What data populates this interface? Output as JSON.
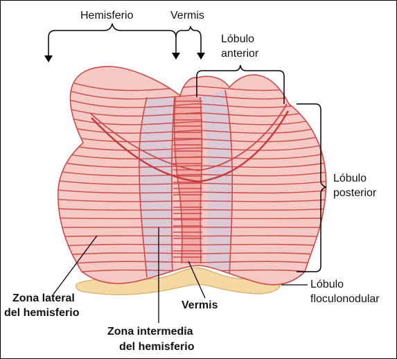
{
  "labels": {
    "hemisferio": "Hemisferio",
    "vermis_top": "Vermis",
    "lobulo_anterior_1": "Lóbulo",
    "lobulo_anterior_2": "anterior",
    "lobulo_posterior_1": "Lóbulo",
    "lobulo_posterior_2": "posterior",
    "lobulo_flocular_1": "Lóbulo",
    "lobulo_flocular_2": "floculonodular",
    "zona_lateral_1": "Zona lateral",
    "zona_lateral_2": "del hemisferio",
    "vermis_bottom": "Vermis",
    "zona_intermedia_1": "Zona intermedia",
    "zona_intermedia_2": "del hemisferio"
  },
  "colors": {
    "hemisphere_fill": "#f6c9c4",
    "intermediate_fill": "#dcc9d6",
    "vermis_fill": "#f3aaa6",
    "folia_stroke": "#c94a4a",
    "flocculonodular_fill": "#f6d9a2",
    "flocculonodular_stroke": "#d8b577",
    "line": "#000000"
  }
}
